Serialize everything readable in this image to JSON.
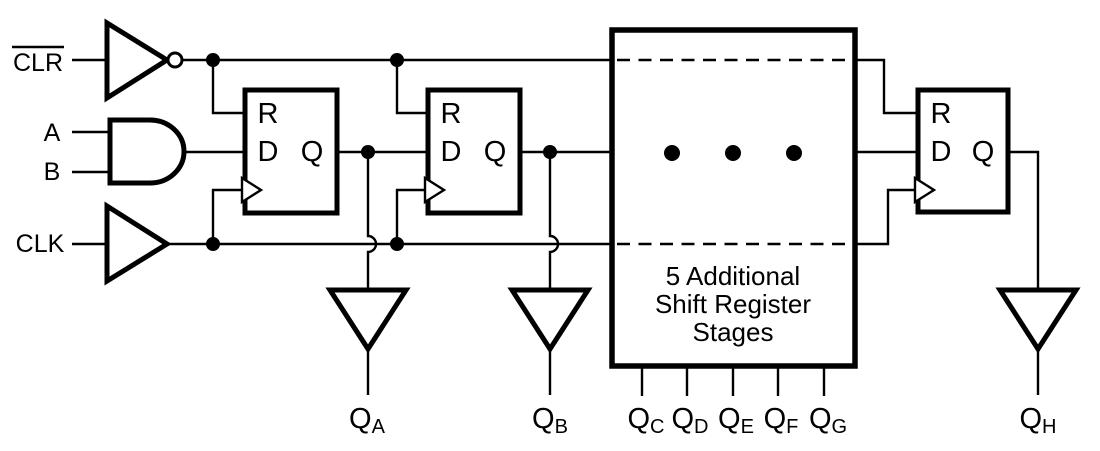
{
  "colors": {
    "line": "#000000",
    "background": "#ffffff"
  },
  "inputs": {
    "clr": "CLR",
    "a": "A",
    "b": "B",
    "clk": "CLK"
  },
  "flipflop": {
    "reset": "R",
    "data": "D",
    "output": "Q"
  },
  "stage_box": {
    "line1": "5 Additional",
    "line2": "Shift Register",
    "line3": "Stages"
  },
  "outputs": {
    "qa": {
      "base": "Q",
      "sub": "A"
    },
    "qb": {
      "base": "Q",
      "sub": "B"
    },
    "qc": {
      "base": "Q",
      "sub": "C"
    },
    "qd": {
      "base": "Q",
      "sub": "D"
    },
    "qe": {
      "base": "Q",
      "sub": "E"
    },
    "qf": {
      "base": "Q",
      "sub": "F"
    },
    "qg": {
      "base": "Q",
      "sub": "G"
    },
    "qh": {
      "base": "Q",
      "sub": "H"
    }
  }
}
